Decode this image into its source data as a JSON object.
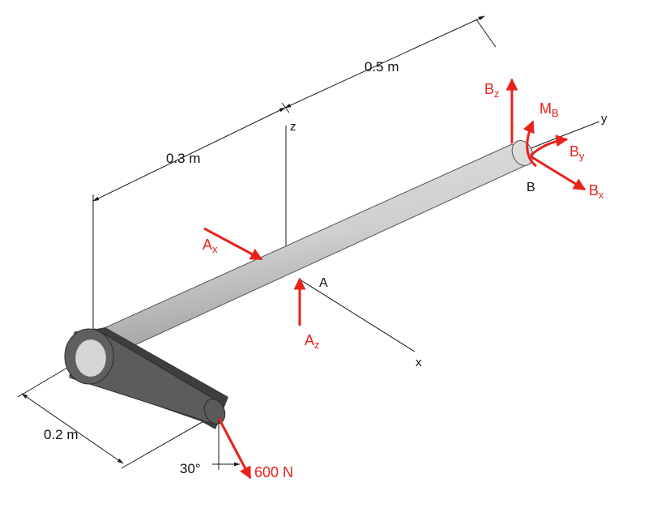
{
  "dimensions": {
    "d1": "0.5 m",
    "d2": "0.3 m",
    "d3": "0.2 m"
  },
  "angle": "30°",
  "axes": {
    "x": "x",
    "y": "y",
    "z": "z"
  },
  "points": {
    "a": "A",
    "b": "B"
  },
  "forces": {
    "ax": {
      "main": "A",
      "sub": "x"
    },
    "az": {
      "main": "A",
      "sub": "z"
    },
    "bx": {
      "main": "B",
      "sub": "x"
    },
    "by": {
      "main": "B",
      "sub": "y"
    },
    "bz": {
      "main": "B",
      "sub": "z"
    },
    "mb": {
      "main": "M",
      "sub": "B"
    },
    "load": "600 N"
  },
  "colors": {
    "force": "#e8211b",
    "shaft_light": "#d2d2d2",
    "shaft_dark": "#8e8e8e",
    "crank": "#4b4b4b",
    "line": "#1a1a1a"
  }
}
